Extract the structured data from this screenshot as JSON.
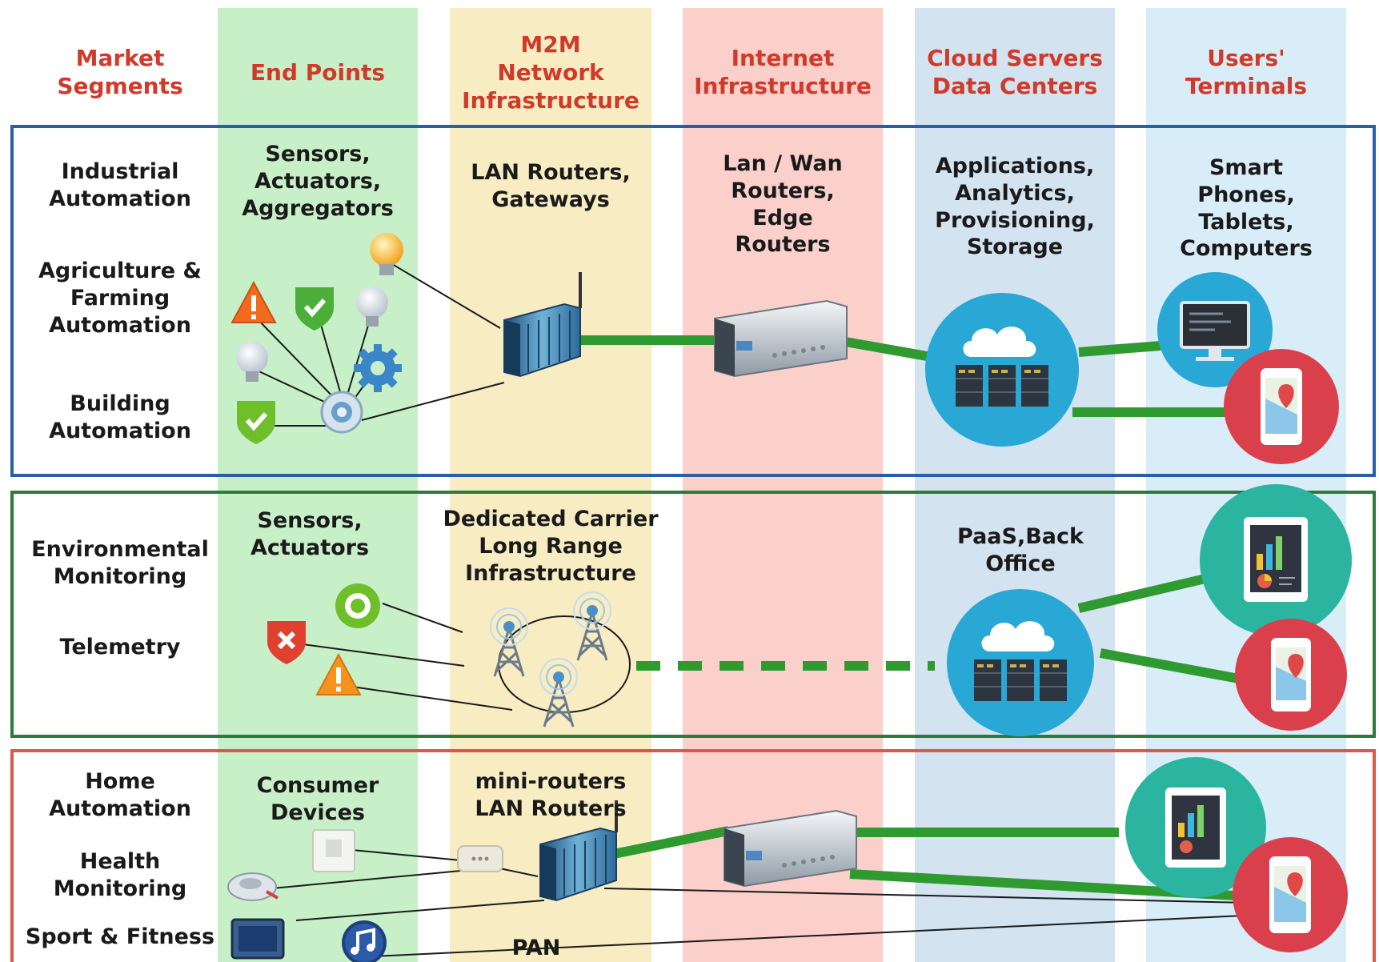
{
  "headers": {
    "market_segments": "Market\nSegments",
    "end_points": "End Points",
    "m2m_network": "M2M\nNetwork\nInfrastructure",
    "internet_infra": "Internet\nInfrastructure",
    "cloud_servers": "Cloud Servers\nData Centers",
    "users_terminals": "Users'\nTerminals"
  },
  "row1": {
    "segments": [
      "Industrial\nAutomation",
      "Agriculture &\nFarming\nAutomation",
      "Building\nAutomation"
    ],
    "end_points": "Sensors,\nActuators,\nAggregators",
    "m2m": "LAN Routers,\nGateways",
    "internet": "Lan / Wan\nRouters,\nEdge\nRouters",
    "cloud": "Applications,\nAnalytics,\nProvisioning,\nStorage",
    "terminals": "Smart\nPhones,\nTablets,\nComputers"
  },
  "row2": {
    "segments": [
      "Environmental\nMonitoring",
      "Telemetry"
    ],
    "end_points": "Sensors,\nActuators",
    "m2m": "Dedicated Carrier\nLong Range\nInfrastructure",
    "cloud": "PaaS,Back\nOffice"
  },
  "row3": {
    "segments": [
      "Home\nAutomation",
      "Health\nMonitoring",
      "Sport & Fitness"
    ],
    "end_points": "Consumer\nDevices",
    "m2m": "mini-routers\nLAN Routers",
    "pan": "PAN"
  },
  "colors": {
    "header_text": "#d03a2b",
    "end_points_band": "#c8f0c8",
    "m2m_band": "#f7ecc2",
    "internet_band": "#fbd0cb",
    "cloud_band": "#d3e3ef",
    "terminals_band": "#d8edf8",
    "row1_border": "#2a5fa8",
    "row2_border": "#2d7a3a",
    "row3_border": "#d65a50",
    "link_green": "#2f9a2f",
    "cloud_circle": "#29a8d6",
    "terminal_teal": "#2bb5a0",
    "terminal_red": "#d9404b"
  },
  "icons": [
    "warning-icon",
    "shield-check-icon",
    "bulb-icon",
    "gear-icon",
    "aggregator-icon",
    "gateway-router-icon",
    "edge-router-icon",
    "cloud-datacenter-icon",
    "desktop-icon",
    "phone-map-icon",
    "tablet-chart-icon",
    "radio-tower-icon",
    "target-sensor-icon",
    "shield-error-icon",
    "thermostat-icon",
    "hub-icon",
    "scale-icon",
    "watch-icon",
    "music-icon"
  ]
}
